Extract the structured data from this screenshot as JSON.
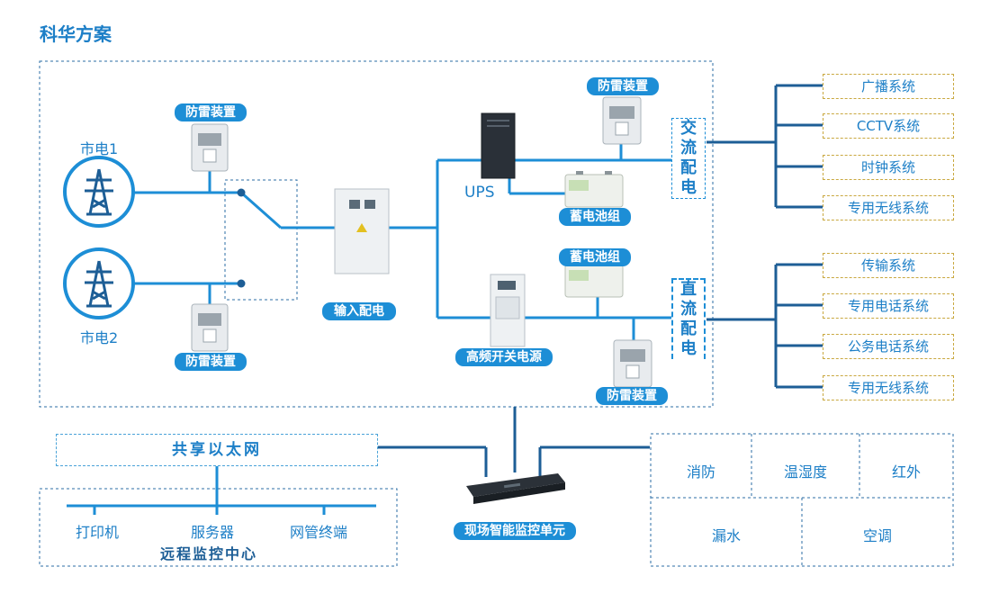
{
  "page": {
    "title": "科华方案"
  },
  "power": {
    "grid_1": "市电1",
    "grid_2": "市电2",
    "surge_protector_top": "防雷装置",
    "surge_protector_bottom": "防雷装置",
    "input_distribution": "输入配电",
    "ups": "UPS",
    "battery_ups": "蓄电池组",
    "battery_dc": "蓄电池组",
    "surge_protector_ups": "防雷装置",
    "surge_protector_dc": "防雷装置",
    "hf_switch_power": "高频开关电源",
    "ac_distribution": [
      "交",
      "流",
      "配",
      "电"
    ],
    "dc_distribution": [
      "直",
      "流",
      "配",
      "电"
    ]
  },
  "ac_systems": [
    "广播系统",
    "CCTV系统",
    "时钟系统",
    "专用无线系统"
  ],
  "dc_systems": [
    "传输系统",
    "专用电话系统",
    "公务电话系统",
    "专用无线系统"
  ],
  "network": {
    "ethernet": "共享以太网",
    "monitor_unit": "现场智能监控单元",
    "center_title": "远程监控中心",
    "center_items": [
      "打印机",
      "服务器",
      "网管终端"
    ]
  },
  "sensors": {
    "row1": [
      "消防",
      "温湿度",
      "红外"
    ],
    "row2": [
      "漏水",
      "空调"
    ]
  }
}
